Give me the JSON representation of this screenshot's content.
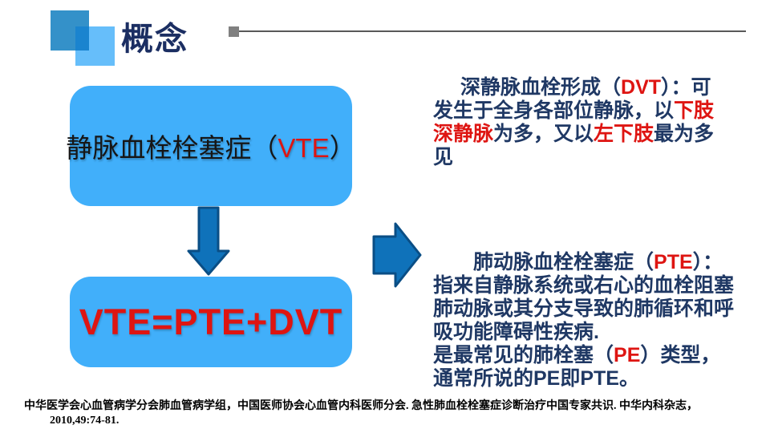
{
  "colors": {
    "box_fill": "#41AFFA",
    "arrow_fill": "#0F72BA",
    "arrow_stroke": "#0A4E85",
    "navy": "#1F3864",
    "red": "#DE1512",
    "title_navy": "#1B2E62",
    "box_text": "#161616",
    "square_back": "#3491C9",
    "square_front": "#66BEFA",
    "square_overlap": "#1A84CF",
    "rule_square": "#808080",
    "rule_line": "#595959",
    "citation_black": "#000000"
  },
  "title": "概念",
  "diagram": {
    "box1": {
      "pre": "静脉血栓栓塞症（",
      "abbr": "VTE",
      "post": "）"
    },
    "box2": {
      "formula": "VTE=PTE+DVT"
    }
  },
  "right": {
    "para1": {
      "l1a": "深静脉血栓形成（",
      "l1b": "DVT",
      "l1c": "）：可",
      "l2a": "发生于全身各部位静脉，以",
      "l2b": "下肢",
      "l3a": "深静脉",
      "l3b": "为多，又以",
      "l3c": "左下肢",
      "l3d": "最为多",
      "l4a": "见"
    },
    "para2": {
      "l1a": "肺动脉血栓栓塞症（",
      "l1b": "PTE",
      "l1c": "）：",
      "l2a": "指来自静脉系统或右心的血栓阻塞",
      "l3a": "肺动脉或其分支导致的肺循环和呼",
      "l4a": "吸功能障碍性疾病.",
      "l5a": "是最常见的肺栓塞（",
      "l5b": "PE",
      "l5c": "）类型，",
      "l6a": "通常所说的PE即PTE。"
    }
  },
  "citation": {
    "line1": "中华医学会心血管病学分会肺血管病学组，中国医师协会心血管内科医师分会. 急性肺血栓栓塞症诊断治疗中国专家共识. 中华内科杂志，",
    "line2": "2010,49:74-81."
  }
}
